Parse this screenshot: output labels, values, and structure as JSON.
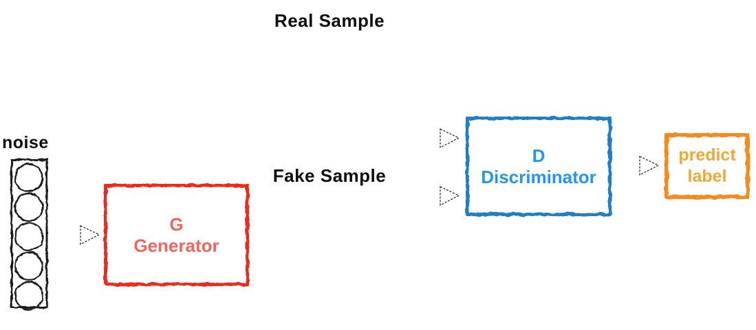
{
  "diagram": {
    "type": "flow-diagram",
    "subject": "GAN (Generative Adversarial Network) architecture",
    "background_color": "#ffffff",
    "labels": {
      "real_sample": "Real Sample",
      "fake_sample": "Fake Sample",
      "noise": "noise"
    },
    "nodes": {
      "generator": {
        "abbr": "G",
        "name": "Generator",
        "border_color": "#ED2A1C",
        "text_color": "#F4645C",
        "style": "sketch-outlined rectangle"
      },
      "discriminator": {
        "abbr": "D",
        "name": "Discriminator",
        "border_color": "#1E7FCB",
        "text_color": "#2196F3",
        "style": "sketch-outlined rectangle"
      },
      "predict_label": {
        "line1": "predict",
        "line2": "label",
        "border_color": "#F68B1F",
        "text_color": "#F0A830",
        "style": "sketch-outlined rectangle"
      }
    },
    "noise_vector": {
      "description": "vertical sketch rectangle containing stacked circles",
      "circle_count": 5,
      "ink_color": "#1c1c1c"
    },
    "arrows": [
      {
        "from": "noise-vector",
        "to": "generator",
        "style": "open triangle, dotted outline"
      },
      {
        "from": "real-sample",
        "to": "discriminator",
        "style": "open triangle, dotted outline"
      },
      {
        "from": "fake-sample",
        "to": "discriminator",
        "style": "open triangle, dotted outline"
      },
      {
        "from": "discriminator",
        "to": "predict-label",
        "style": "open triangle, dotted outline"
      }
    ]
  }
}
